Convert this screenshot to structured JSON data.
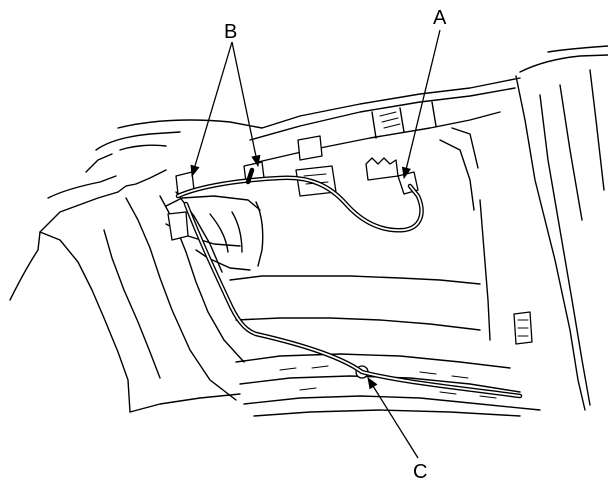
{
  "figure": {
    "callouts": {
      "a": "A",
      "b": "B",
      "c": "C"
    }
  }
}
